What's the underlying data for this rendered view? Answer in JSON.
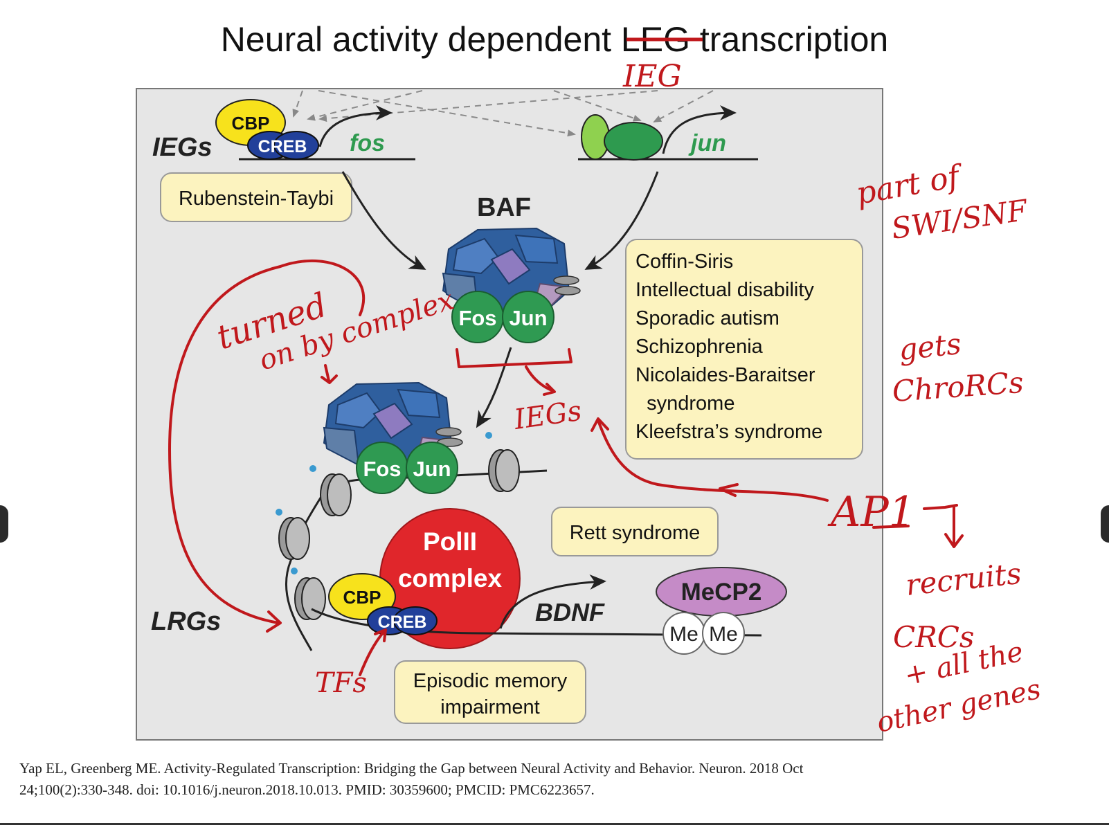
{
  "slide": {
    "title_before": "Neural activity dependent ",
    "title_struck": "LEG",
    "title_after": " transcription",
    "citation_line1": "Yap EL, Greenberg ME. Activity-Regulated Transcription: Bridging the Gap between Neural Activity and Behavior. Neuron. 2018 Oct",
    "citation_line2": "24;100(2):330-348. doi: 10.1016/j.neuron.2018.10.013. PMID: 30359600; PMCID: PMC6223657."
  },
  "figure": {
    "iegs_label": "IEGs",
    "lrgs_label": "LRGs",
    "cbp": "CBP",
    "creb": "CREB",
    "fos_gene": "fos",
    "jun_gene": "jun",
    "baf": "BAF",
    "fos_protein": "Fos",
    "jun_protein": "Jun",
    "polii_line1": "PolII",
    "polii_line2": "complex",
    "bdnf": "BDNF",
    "mecp2": "MeCP2",
    "me": "Me",
    "rubenstein": "Rubenstein-Taybi",
    "disorders": [
      "Coffin-Siris",
      "Intellectual disability",
      "Sporadic autism",
      "Schizophrenia",
      "Nicolaides-Baraitser",
      "  syndrome",
      "Kleefstra’s syndrome"
    ],
    "rett": "Rett syndrome",
    "episodic_line1": "Episodic memory",
    "episodic_line2": "impairment"
  },
  "annotations": {
    "ieg": "IEG",
    "part_of": "part of",
    "swi_snf": "SWI/SNF",
    "turned": "turned",
    "on_by_complex": "on by complex",
    "iegs": "IEGs",
    "gets": "gets",
    "chrorcs": "ChroRCs",
    "ap1": "AP1",
    "recruits": "recruits",
    "crcs": "CRCs",
    "and_all_the": "+ all the",
    "other_genes": "other genes",
    "tfs": "TFs"
  },
  "colors": {
    "annotation_red": "#c0181c",
    "cbp_yellow": "#f7e21c",
    "creb_blue": "#22409a",
    "gene_green": "#2e9a4f",
    "protein_green": "#2f9a52",
    "baf_blue": "#2f5f9e",
    "polii_red": "#e0262b",
    "mecp2_purple": "#c58bc7",
    "box_yellow": "#fcf3bf"
  }
}
